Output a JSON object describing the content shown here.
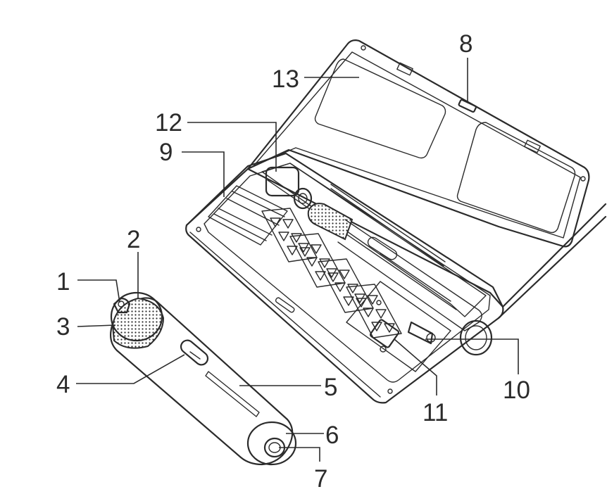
{
  "callouts": [
    {
      "id": "1",
      "text": "1"
    },
    {
      "id": "2",
      "text": "2"
    },
    {
      "id": "3",
      "text": "3"
    },
    {
      "id": "4",
      "text": "4"
    },
    {
      "id": "5",
      "text": "5"
    },
    {
      "id": "6",
      "text": "6"
    },
    {
      "id": "7",
      "text": "7"
    },
    {
      "id": "8",
      "text": "8"
    },
    {
      "id": "9",
      "text": "9"
    },
    {
      "id": "10",
      "text": "10"
    },
    {
      "id": "11",
      "text": "11"
    },
    {
      "id": "12",
      "text": "12"
    },
    {
      "id": "13",
      "text": "13"
    }
  ],
  "colors": {
    "ink": "#2b2b2b",
    "background": "#ffffff"
  }
}
